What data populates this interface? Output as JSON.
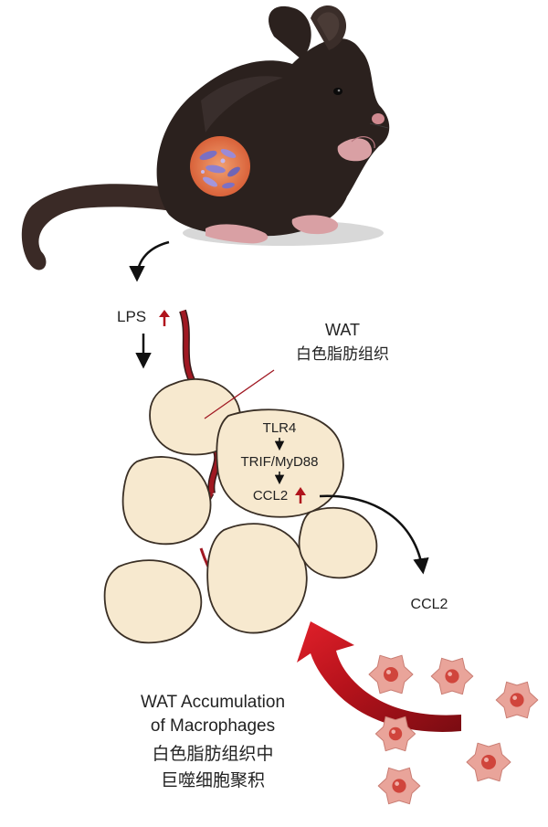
{
  "labels": {
    "lps": "LPS",
    "wat_en": "WAT",
    "wat_zh": "白色脂肪组织",
    "tlr4": "TLR4",
    "trif_myd88": "TRIF/MyD88",
    "ccl2_cell": "CCL2",
    "ccl2_secreted": "CCL2",
    "accumulation_en_line1": "WAT Accumulation",
    "accumulation_en_line2": "of Macrophages",
    "accumulation_zh_line1": "白色脂肪组织中",
    "accumulation_zh_line2": "巨噬细胞聚积"
  },
  "colors": {
    "mouse_fur": "#2b211e",
    "mouse_pink": "#d9a0a4",
    "adipocyte_fill": "#f7e9cf",
    "adipocyte_stroke": "#3a2f25",
    "vessel": "#a01822",
    "up_arrow": "#b0141c",
    "macrophage": "#e9a49a",
    "macrophage_nucleus": "#d0453c",
    "big_arrow": "#c0141e"
  },
  "icons": [
    "mouse-illustration",
    "gut-microbiota-icon",
    "macrophage-icon",
    "up-arrow-icon",
    "down-arrow-icon",
    "curved-arrow-icon"
  ]
}
